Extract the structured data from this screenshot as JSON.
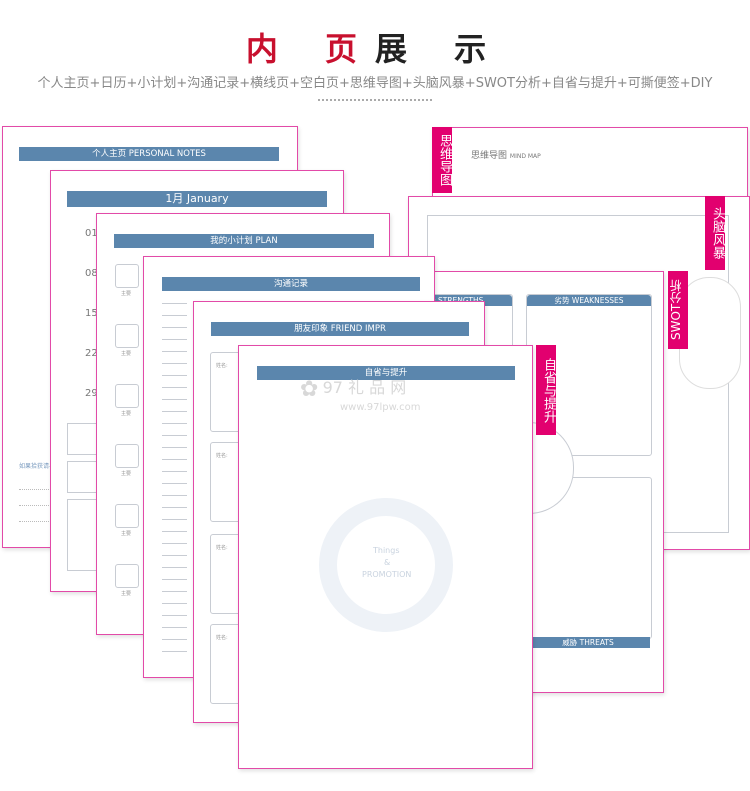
{
  "header": {
    "title_red": "内 页",
    "title_black": "展 示",
    "subtitle": "个人主页+日历+小计划+沟通记录+横线页+空白页+思维导图+头脑风暴+SWOT分析+自省与提升+可撕便签+DIY"
  },
  "pages": {
    "personal": {
      "bar": "个人主页 PERSONAL NOTES"
    },
    "calendar": {
      "bar": "1月 January",
      "dates": [
        "01",
        "08",
        "15",
        "22",
        "29"
      ]
    },
    "plan": {
      "bar": "我的小计划 PLAN",
      "item_label": "主要"
    },
    "communication": {
      "bar": "沟通记录"
    },
    "friend": {
      "bar": "朋友印象 FRIEND IMPR",
      "name_label": "姓名:"
    },
    "reflect": {
      "bar": "自省与提升",
      "circle_center": "Things",
      "circle_sub": "PROMOTION",
      "circle_mid": "&"
    },
    "mindmap": {
      "title": "思维导图",
      "title_en": "MIND MAP",
      "tag": "思维导图"
    },
    "brainstorm": {
      "tag": "头脑风暴"
    },
    "swot": {
      "tag": "SWOT分析",
      "strengths": "优势 STRENGTHS",
      "weaknesses": "劣势 WEAKNESSES",
      "threats": "威胁 THREATS"
    },
    "reflect_tag": "自省与提升"
  },
  "watermark": {
    "main": "97 礼 品 网",
    "url": "www.97lpw.com"
  },
  "colors": {
    "accent": "#e2006f",
    "border": "#e24aa8",
    "bar": "#5b86ad",
    "title_red": "#c8102e"
  }
}
